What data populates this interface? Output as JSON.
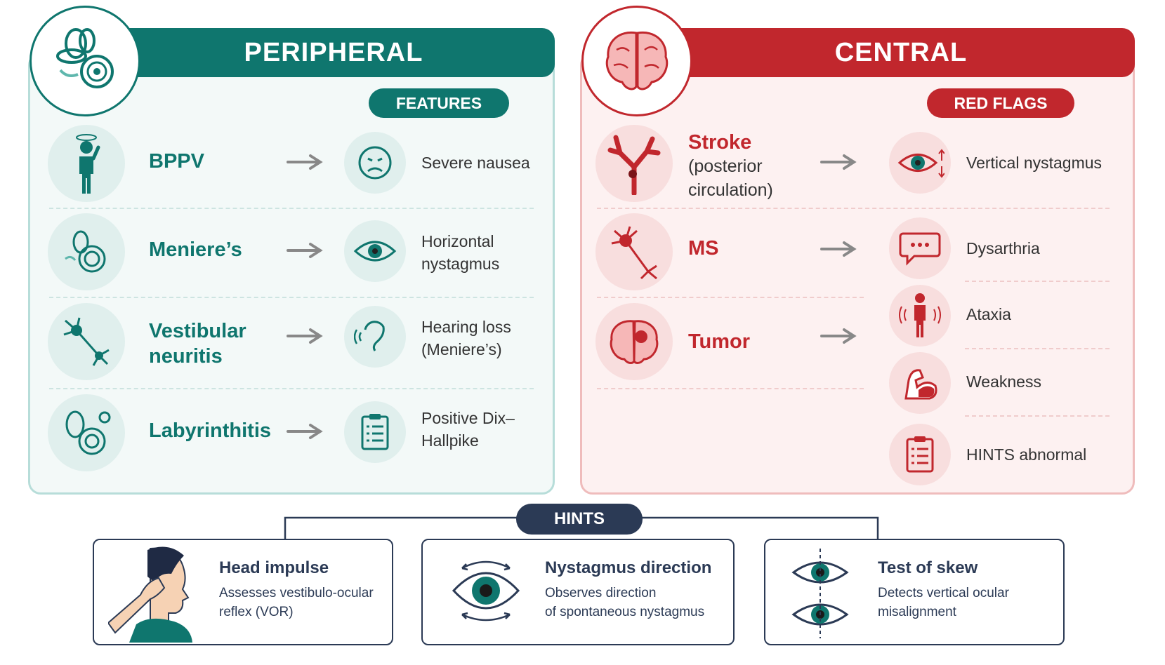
{
  "peripheral": {
    "title": "PERIPHERAL",
    "pill": "FEATURES",
    "conditions": [
      "BPPV",
      "Meniere’s",
      "Vestibular neuritis",
      "Labyrinthitis"
    ],
    "features": [
      "Severe nausea",
      "Horizontal nystagmus",
      "Hearing loss (Meniere’s)",
      "Positive Dix–Hallpike"
    ],
    "color": "#0f766e"
  },
  "central": {
    "title": "CENTRAL",
    "pill": "RED FLAGS",
    "conditions": [
      {
        "name": "Stroke",
        "sub": "(posterior circulation)"
      },
      {
        "name": "MS",
        "sub": ""
      },
      {
        "name": "Tumor",
        "sub": ""
      }
    ],
    "red_flags": [
      "Vertical nystagmus",
      "Dysarthria",
      "Ataxia",
      "Weakness",
      "HINTS abnormal"
    ],
    "color": "#c1272d"
  },
  "hints": {
    "label": "HINTS",
    "items": [
      {
        "title": "Head impulse",
        "desc": [
          "Assesses vestibulo-ocular",
          "reflex (VOR)"
        ]
      },
      {
        "title": "Nystagmus direction",
        "desc": [
          "Observes direction",
          "of spontaneous nystagmus"
        ]
      },
      {
        "title": "Test of skew",
        "desc": [
          "Detects vertical ocular",
          "misalignment"
        ]
      }
    ],
    "color": "#2b3a55"
  }
}
